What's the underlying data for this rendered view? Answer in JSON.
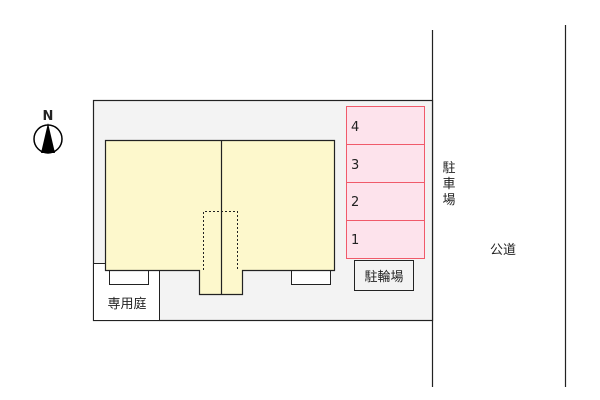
{
  "compass": {
    "label": "N"
  },
  "parking": {
    "spaces": [
      "4",
      "3",
      "2",
      "1"
    ],
    "label_chars": [
      "駐",
      "車",
      "場"
    ]
  },
  "bike_parking": {
    "label": "駐輪場"
  },
  "private_garden": {
    "label": "専用庭"
  },
  "road": {
    "label": "公道"
  },
  "colors": {
    "building": "#fdf8cc",
    "lot": "#f3f3f3",
    "parking": "#fde3ec",
    "parking_border": "#f05a6a"
  }
}
